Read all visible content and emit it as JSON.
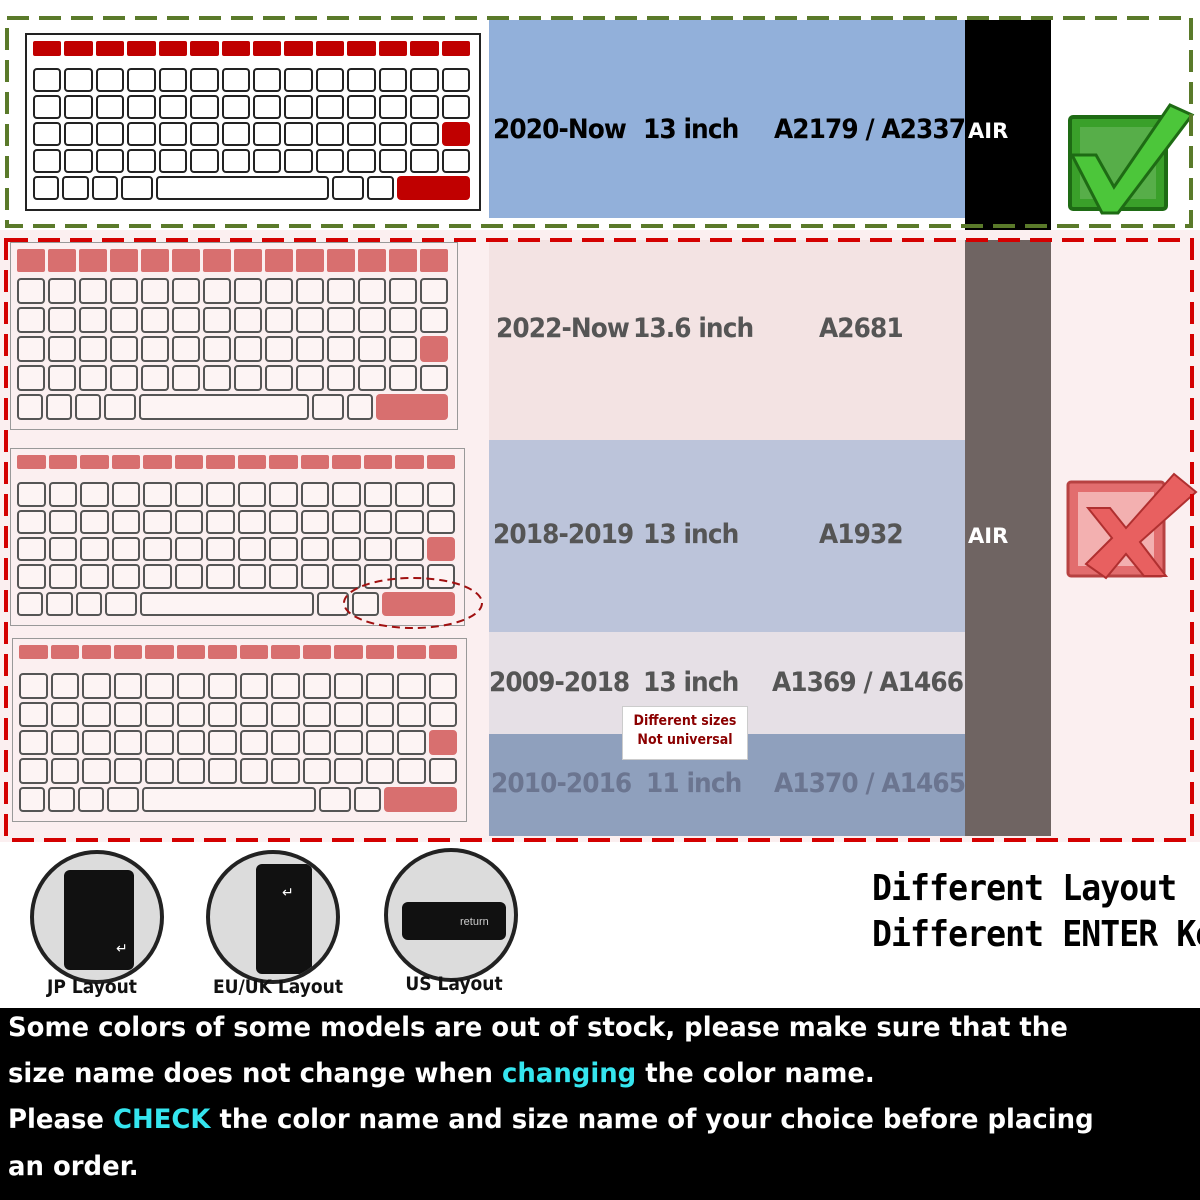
{
  "rows": [
    {
      "years": "2020-Now",
      "size": "13 inch",
      "model": "A2179 / A2337"
    },
    {
      "years": "2022-Now",
      "size": "13.6 inch",
      "model": "A2681"
    },
    {
      "years": "2018-2019",
      "size": "13 inch",
      "model": "A1932"
    },
    {
      "years": "2009-2018",
      "size": "13 inch",
      "model": "A1369 / A1466"
    },
    {
      "years": "2010-2016",
      "size": "11 inch",
      "model": "A1370 / A1465"
    }
  ],
  "air_label_top": "AIR",
  "air_label_middle": "AIR",
  "note": {
    "line1": "Different sizes",
    "line2": "Not universal"
  },
  "layouts": [
    {
      "label": "JP Layout"
    },
    {
      "label": "EU/UK Layout"
    },
    {
      "label": "US Layout",
      "key_text": "return"
    }
  ],
  "heading": {
    "line1": "Different Layout",
    "line2": "Different ENTER Key"
  },
  "bottom": {
    "line1": "Some colors of some models are out of stock, please make sure that the",
    "line2_a": "size name does not change when ",
    "line2_highlight": "changing",
    "line2_b": " the color name.",
    "line3_a": "Please ",
    "line3_highlight": "CHECK",
    "line3_b": " the color name and size name of your choice before placing",
    "line4": "an order."
  },
  "colors": {
    "top_band": "#92b0da",
    "row2022": "#f3e3e3",
    "row2018": "#bcc4da",
    "row2009": "#e6e0e6",
    "row2010": "#8fa0bd",
    "air_col_top": "#000000",
    "air_col_bottom": "#6f6462",
    "key_red": "#c00000",
    "key_pink": "#d86f6f",
    "accent_text": "#35e5ef",
    "green_dash": "#5a7a2a",
    "red_dash": "#d40000"
  }
}
